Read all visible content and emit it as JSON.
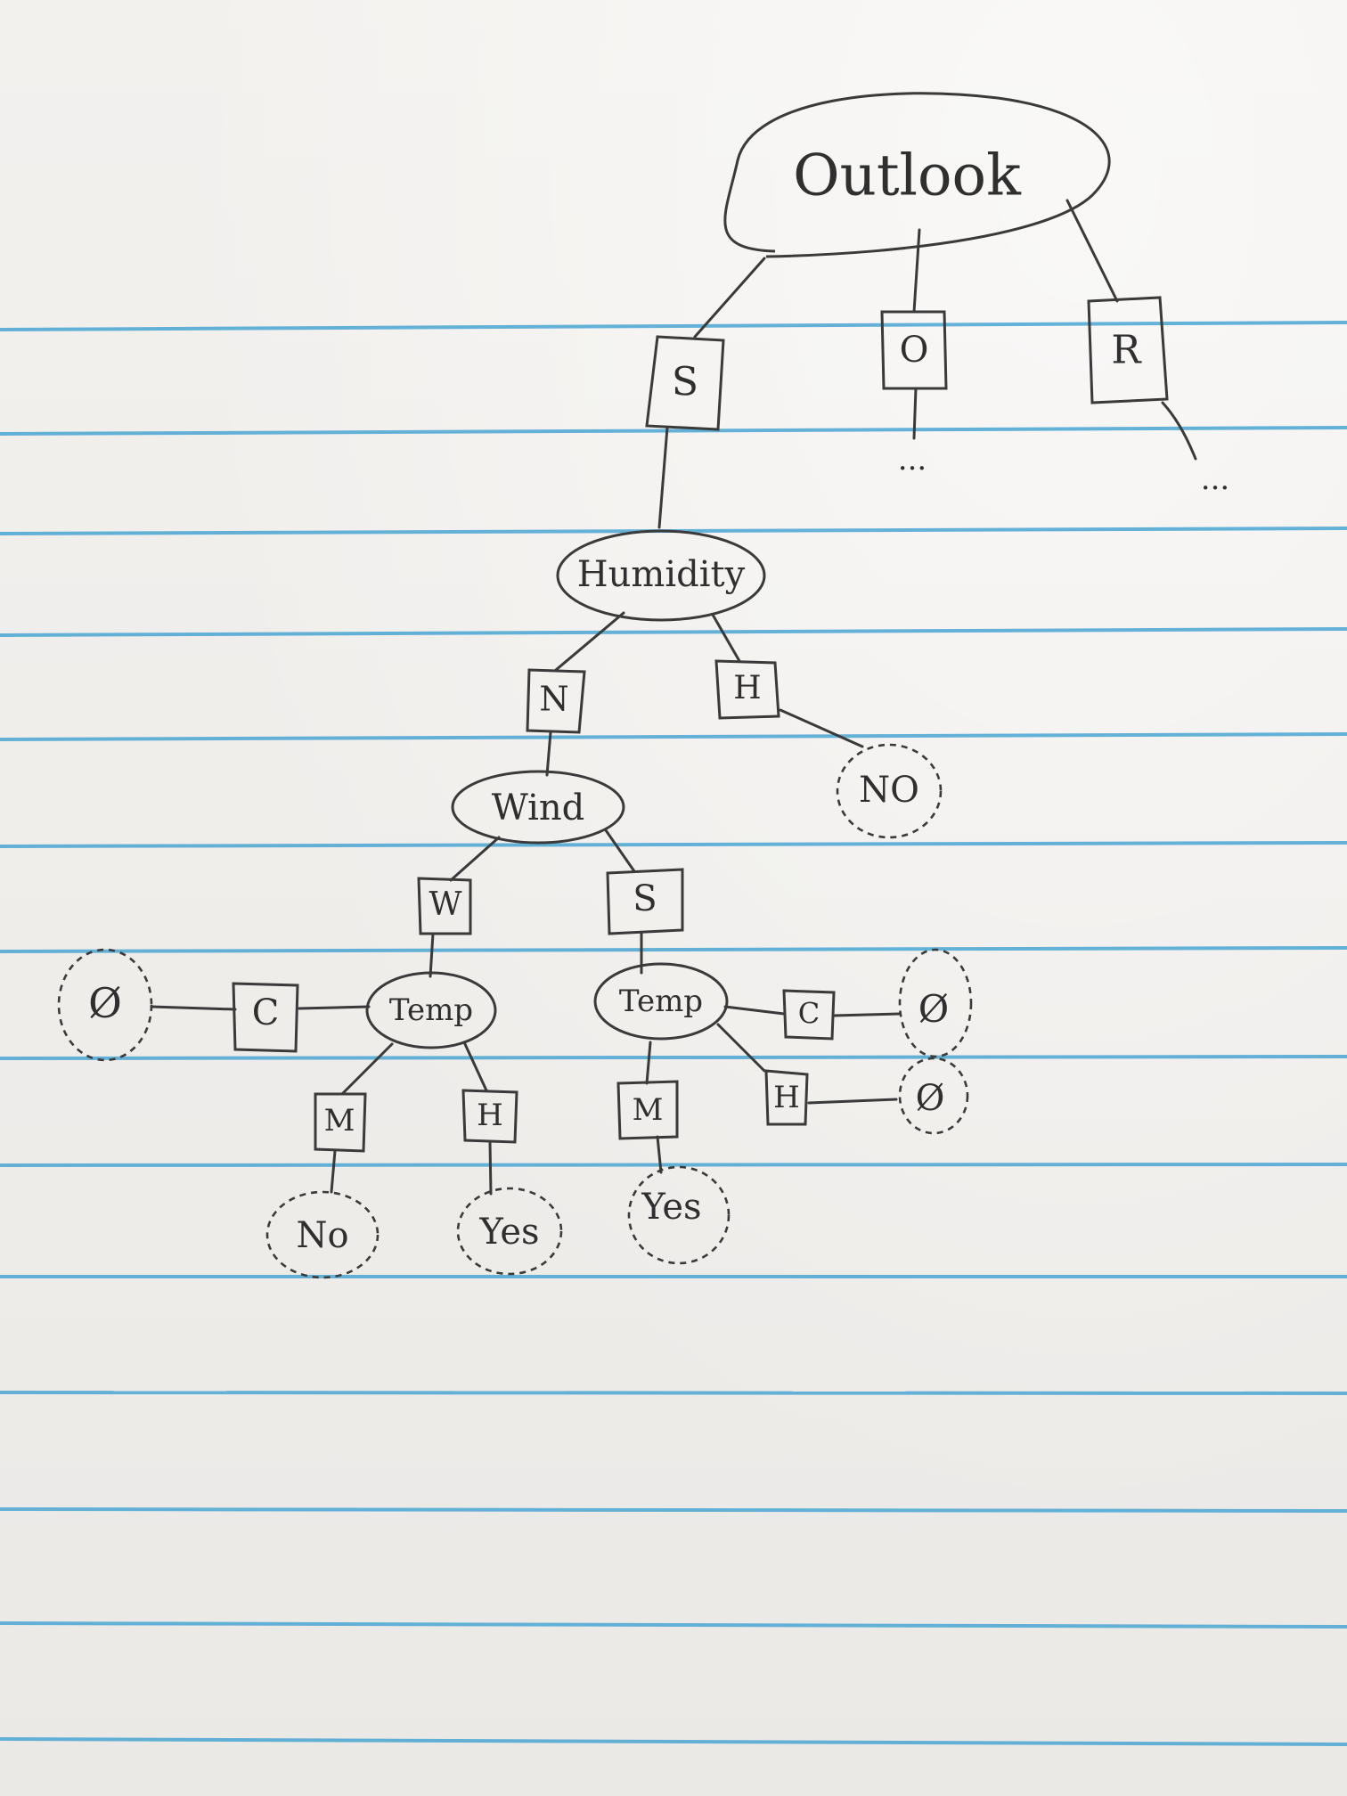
{
  "tree": {
    "root": {
      "label": "Outlook"
    },
    "outlook_branches": {
      "sunny": "S",
      "overcast": "O",
      "rain": "R"
    },
    "continuation": {
      "overcast": "...",
      "rain": "..."
    },
    "humidity": {
      "label": "Humidity",
      "branches": {
        "normal": "N",
        "high": "H"
      },
      "high_leaf": "NO"
    },
    "wind": {
      "label": "Wind",
      "branches": {
        "weak": "W",
        "strong": "S"
      }
    },
    "temp_weak": {
      "label": "Temp",
      "branches": {
        "cool": "C",
        "mild": "M",
        "hot": "H"
      },
      "leaves": {
        "cool": "Ø",
        "mild": "No",
        "hot": "Yes"
      }
    },
    "temp_strong": {
      "label": "Temp",
      "branches": {
        "cool": "C",
        "hot": "H",
        "mild": "M"
      },
      "leaves": {
        "cool": "Ø",
        "hot": "Ø",
        "mild": "Yes"
      }
    }
  }
}
